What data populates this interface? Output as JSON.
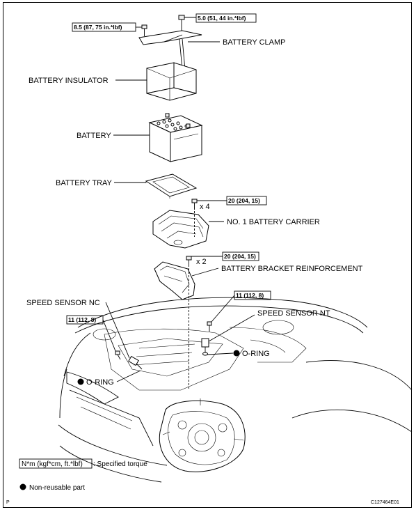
{
  "labels": {
    "battery_clamp": "BATTERY CLAMP",
    "battery_insulator": "BATTERY INSULATOR",
    "battery": "BATTERY",
    "battery_tray": "BATTERY TRAY",
    "battery_carrier": "NO. 1 BATTERY CARRIER",
    "bracket_reinforcement": "BATTERY BRACKET REINFORCEMENT",
    "speed_sensor_nc": "SPEED SENSOR NC",
    "speed_sensor_nt": "SPEED SENSOR NT",
    "o_ring_right": "O-RING",
    "o_ring_left": "O-RING"
  },
  "torques": {
    "clamp_left": "8.5 (87, 75 in.*lbf)",
    "clamp_right": "5.0 (51, 44 in.*lbf)",
    "carrier": "20 (204, 15)",
    "bracket": "20 (204, 15)",
    "sensor_nt": "11 (112, 8)",
    "sensor_nc": "11 (112, 8)"
  },
  "quantities": {
    "carrier_bolts": "x 4",
    "bracket_bolts": "x 2"
  },
  "legend": {
    "torque_unit": "N*m (kgf*cm, ft.*lbf)",
    "torque_desc": ": Specified torque",
    "non_reusable": "Non-reusable part"
  },
  "corner_left": "P",
  "figure_id": "C127464E01"
}
